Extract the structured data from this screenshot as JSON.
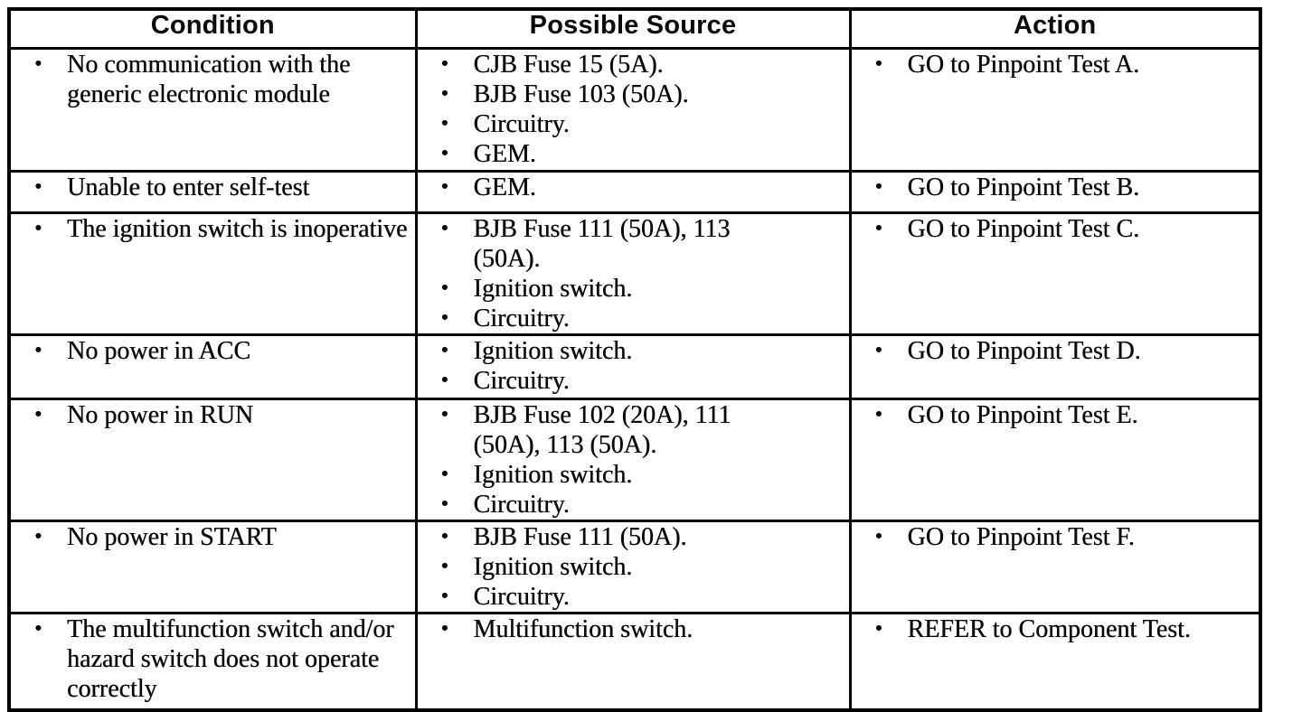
{
  "table": {
    "bullet": "•",
    "headers": [
      "Condition",
      "Possible Source",
      "Action"
    ],
    "rows": [
      {
        "condition": [
          "No communication with the generic electronic module"
        ],
        "possible_source": [
          "CJB Fuse 15 (5A).",
          "BJB Fuse 103 (50A).",
          "Circuitry.",
          "GEM."
        ],
        "action": [
          "GO to Pinpoint Test A."
        ]
      },
      {
        "condition": [
          "Unable to enter self-test"
        ],
        "possible_source": [
          "GEM."
        ],
        "action": [
          "GO to Pinpoint Test B."
        ]
      },
      {
        "condition": [
          "The ignition switch is inoperative"
        ],
        "possible_source": [
          "BJB Fuse 111 (50A), 113 (50A).",
          "Ignition switch.",
          "Circuitry."
        ],
        "action": [
          "GO to Pinpoint Test C."
        ]
      },
      {
        "condition": [
          "No power in ACC"
        ],
        "possible_source": [
          "Ignition switch.",
          "Circuitry."
        ],
        "action": [
          "GO to Pinpoint Test D."
        ]
      },
      {
        "condition": [
          "No power in RUN"
        ],
        "possible_source": [
          "BJB Fuse 102 (20A), 111 (50A), 113 (50A).",
          "Ignition switch.",
          "Circuitry."
        ],
        "action": [
          "GO to Pinpoint Test E."
        ]
      },
      {
        "condition": [
          "No power in START"
        ],
        "possible_source": [
          "BJB Fuse 111 (50A).",
          "Ignition switch.",
          "Circuitry."
        ],
        "action": [
          "GO to Pinpoint Test F."
        ]
      },
      {
        "condition": [
          "The multifunction switch and/or hazard switch does not operate correctly"
        ],
        "possible_source": [
          "Multifunction switch."
        ],
        "action": [
          "REFER to Component Test."
        ]
      }
    ],
    "ink_color": "#0a0a0a",
    "paper_color": "#ffffff"
  }
}
